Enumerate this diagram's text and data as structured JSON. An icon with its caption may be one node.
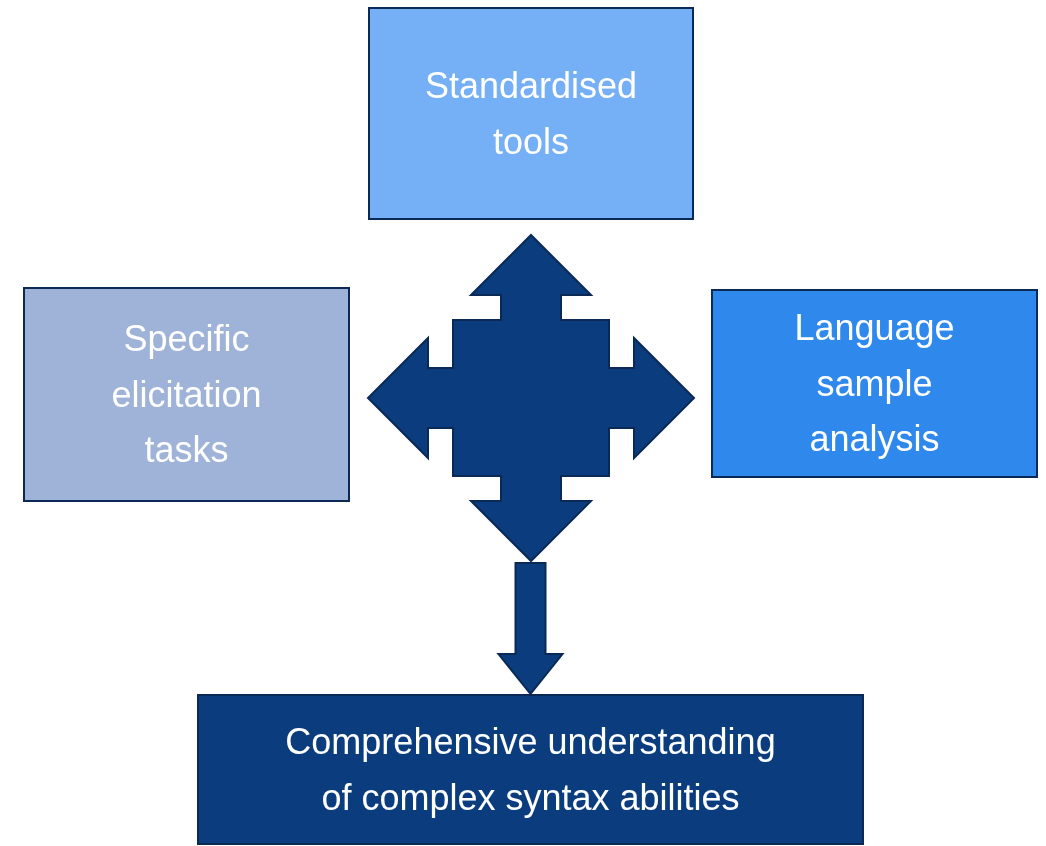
{
  "diagram": {
    "nodes": [
      {
        "text": [
          "Standardised tools"
        ]
      },
      {
        "text": [
          "Specific elicitation tasks"
        ]
      },
      {
        "text": [
          "Language sample analysis"
        ]
      },
      {
        "text": [
          "Comprehensive understanding of complex syntax abilities"
        ]
      }
    ],
    "edges": [
      {
        "from": 1,
        "to": 2,
        "arrow": "both"
      },
      {
        "from": null,
        "to": 0,
        "arrow": "both"
      },
      {
        "from": null,
        "to": 3,
        "arrow": "to",
        "style": "thick"
      }
    ]
  }
}
